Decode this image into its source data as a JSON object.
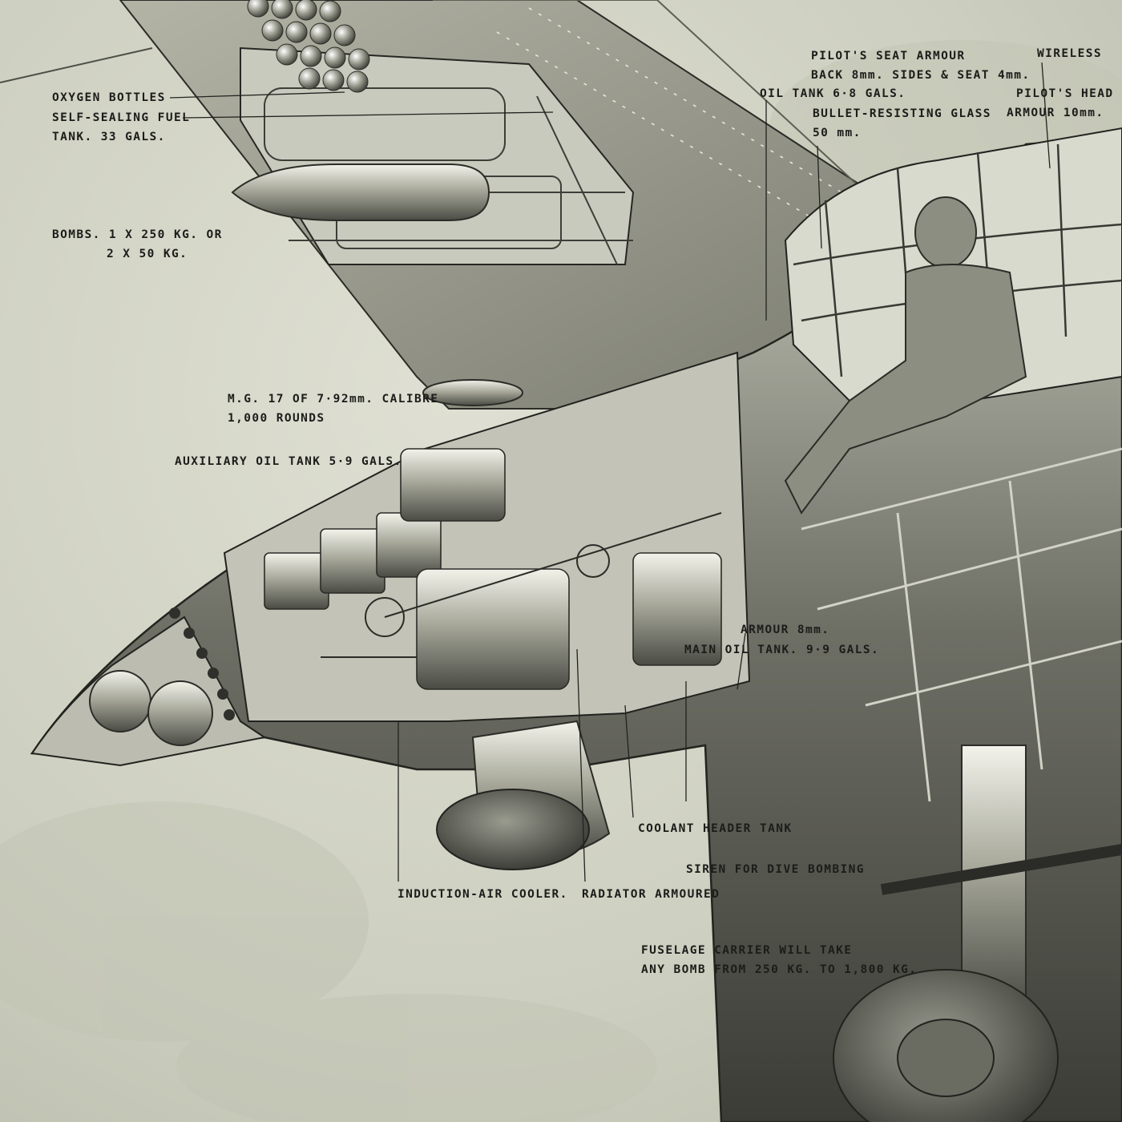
{
  "labels": {
    "pilots_seat_armour": [
      "PILOT'S SEAT ARMOUR",
      "BACK 8mm. SIDES & SEAT 4mm."
    ],
    "wireless": "WIRELESS",
    "oil_tank": "OIL TANK  6·8 GALS.",
    "bullet_resisting_glass": [
      "BULLET-RESISTING GLASS",
      "50 mm."
    ],
    "pilots_head_armour": [
      "PILOT'S HEAD",
      "ARMOUR 10mm."
    ],
    "oxygen_bottles": "OXYGEN BOTTLES",
    "self_sealing_fuel_tank": [
      "SELF-SEALING FUEL",
      "TANK. 33 GALS."
    ],
    "bombs": [
      "BOMBS. 1 X 250 KG. OR",
      "2 X 50 KG."
    ],
    "machine_gun": [
      "M.G. 17 OF 7·92mm. CALIBRE",
      "1,000 ROUNDS"
    ],
    "auxiliary_oil_tank": "AUXILIARY OIL TANK 5·9 GALS.",
    "armour_8mm": "ARMOUR 8mm.",
    "main_oil_tank": "MAIN OIL TANK. 9·9 GALS.",
    "coolant_header_tank": "COOLANT HEADER TANK",
    "siren": "SIREN FOR DIVE BOMBING",
    "induction_air_cooler": "INDUCTION-AIR COOLER.",
    "radiator_armoured": "RADIATOR ARMOURED",
    "fuselage_carrier": [
      "FUSELAGE CARRIER WILL TAKE",
      "ANY BOMB FROM 250 KG. TO 1,800 KG."
    ]
  }
}
